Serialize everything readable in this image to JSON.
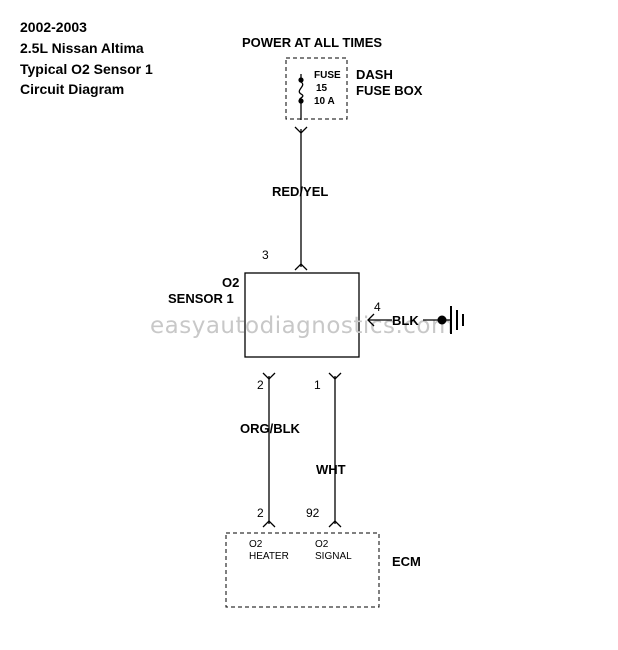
{
  "title": {
    "line1": "2002-2003",
    "line2": "2.5L Nissan Altima",
    "line3": "Typical O2 Sensor 1",
    "line4": "Circuit Diagram"
  },
  "power_label": "POWER AT ALL TIMES",
  "fuse": {
    "label_line1": "FUSE",
    "label_line2": "15",
    "label_line3": "10 A",
    "box_line1": "DASH",
    "box_line2": "FUSE BOX"
  },
  "wires": {
    "power": "RED/YEL",
    "heater": "ORG/BLK",
    "signal": "WHT",
    "ground": "BLK"
  },
  "sensor": {
    "label_line1": "O2",
    "label_line2": "SENSOR 1",
    "pin_power": "3",
    "pin_ground": "4",
    "pin_heater": "2",
    "pin_signal": "1"
  },
  "ecm": {
    "label": "ECM",
    "pin_heater": "2",
    "pin_signal": "92",
    "heater_line1": "O2",
    "heater_line2": "HEATER",
    "signal_line1": "O2",
    "signal_line2": "SIGNAL"
  },
  "watermark": "easyautodiagnostics.com"
}
